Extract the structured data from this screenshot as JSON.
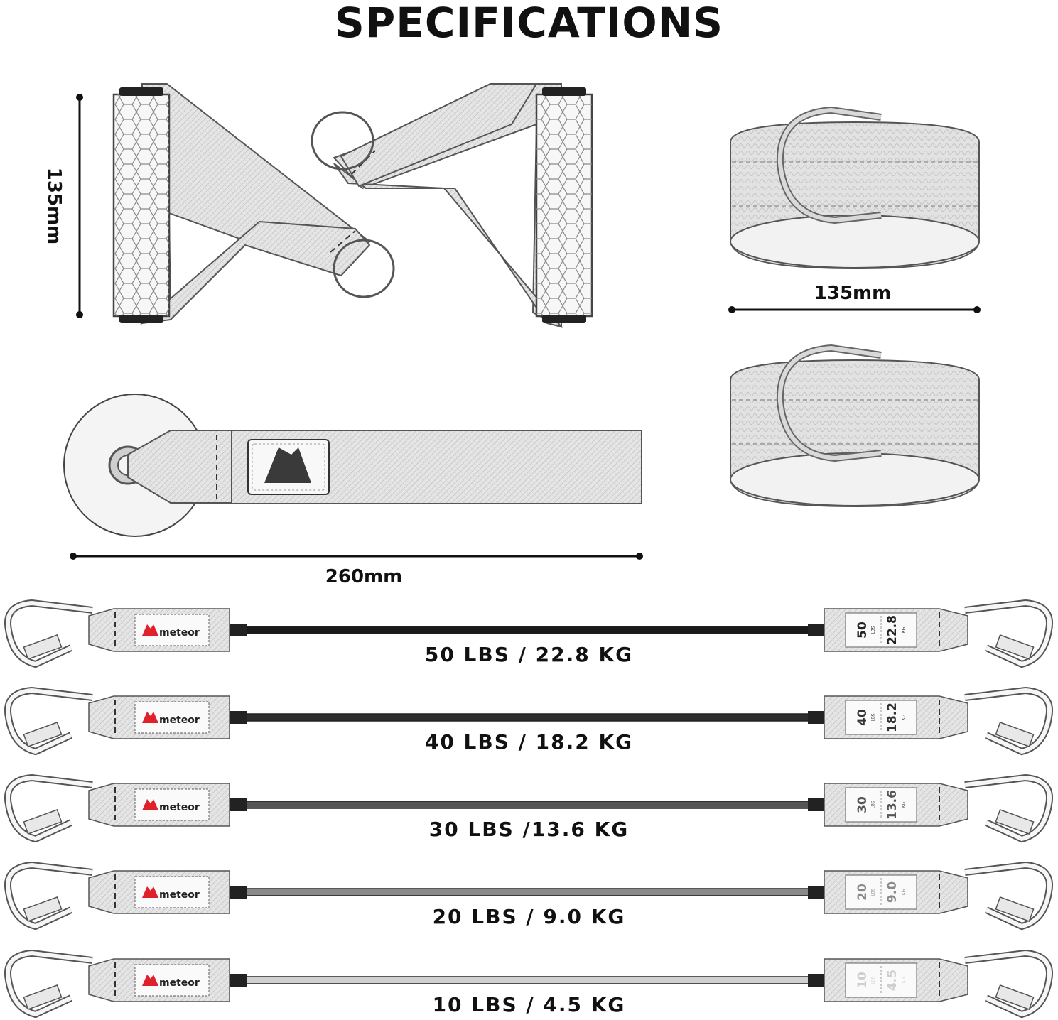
{
  "title": "SPECIFICATIONS",
  "dimensions": {
    "handle_height": "135mm",
    "ankle_strap_width": "135mm",
    "door_anchor_length": "260mm"
  },
  "brand": "meteor",
  "bands": [
    {
      "label": "50 LBS / 22.8 KG",
      "lbs": "50",
      "kg": "22.8",
      "cable_color": "#1a1a1a",
      "tag_color": "#222222"
    },
    {
      "label": "40 LBS / 18.2 KG",
      "lbs": "40",
      "kg": "18.2",
      "cable_color": "#2e2e2e",
      "tag_color": "#333333"
    },
    {
      "label": "30 LBS /13.6 KG",
      "lbs": "30",
      "kg": "13.6",
      "cable_color": "#555555",
      "tag_color": "#555555"
    },
    {
      "label": "20 LBS / 9.0 KG",
      "lbs": "20",
      "kg": "9.0",
      "cable_color": "#8a8a8a",
      "tag_color": "#8a8a8a"
    },
    {
      "label": "10 LBS / 4.5 KG",
      "lbs": "10",
      "kg": "4.5",
      "cable_color": "#d0d0d0",
      "tag_color": "#cfcfcf"
    }
  ],
  "unit_labels": {
    "lbs": "LBS",
    "kg": "KG"
  },
  "colors": {
    "accent": "#e0202a",
    "fabric": "#e4e4e4",
    "outline": "#555555"
  }
}
